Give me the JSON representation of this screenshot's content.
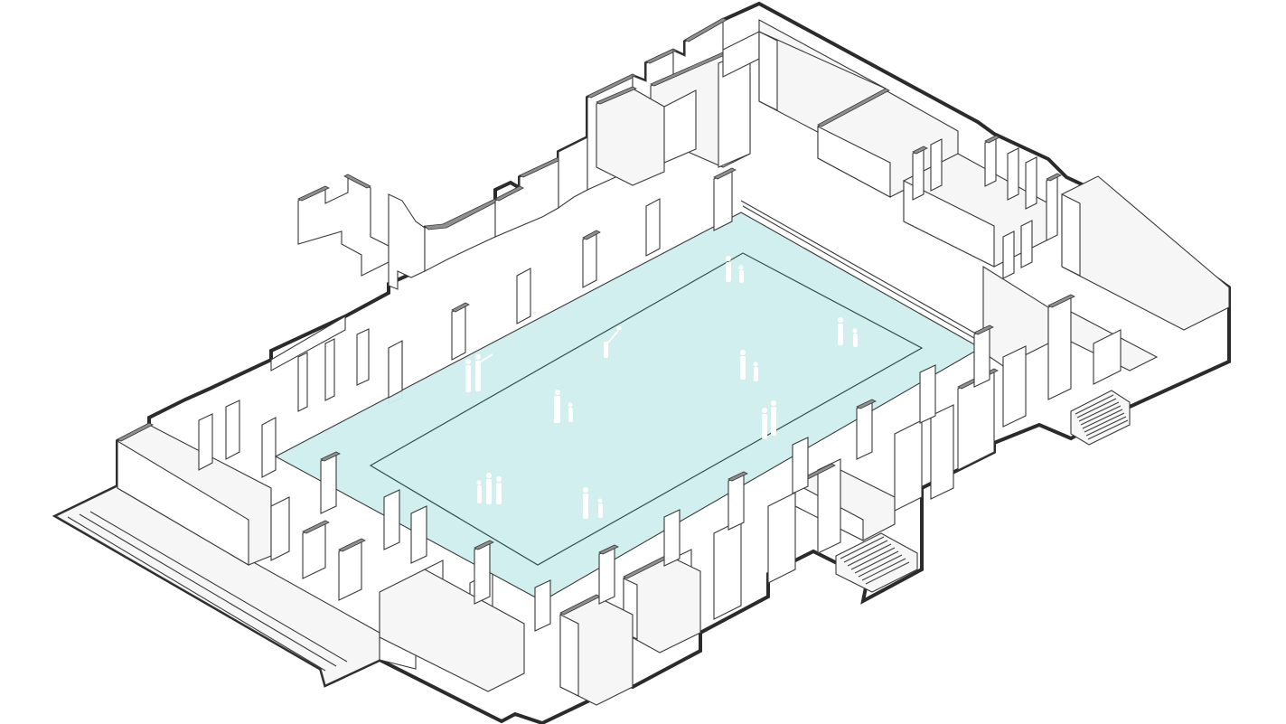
{
  "diagram": {
    "kind": "isometric-floor-plan-axonometric",
    "colors": {
      "background": "#ffffff",
      "walls": "#ffffff",
      "wall_cut_tops": "#8f8f8f",
      "outline": "#2b2b2b",
      "central_hall": "#cfeeee"
    },
    "regions": [
      "central-hall",
      "north-west-wing-rooms",
      "north-east-wing-rooms",
      "east-wing-rooms",
      "south-west-entrance-platform",
      "south-east-rooms",
      "east-staircase",
      "south-staircase"
    ],
    "people_groups": 12,
    "stairs": 2
  }
}
